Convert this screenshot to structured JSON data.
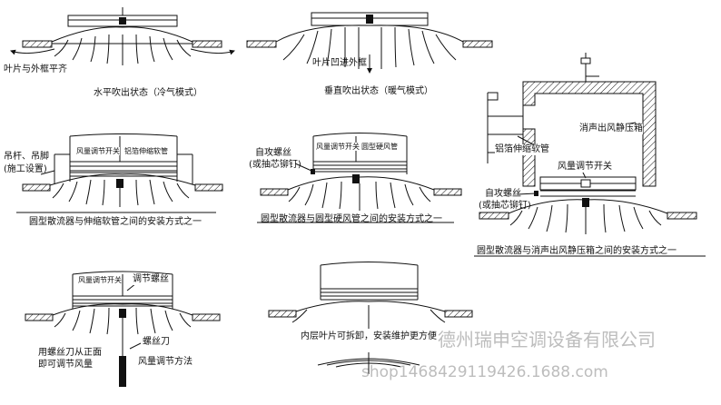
{
  "diagrams": {
    "horizontal": {
      "note": "叶片与外框平齐",
      "caption": "水平吹出状态（冷气模式）"
    },
    "vertical": {
      "note": "叶片凹进外框",
      "caption": "垂直吹出状态（暖气模式）"
    },
    "flexible": {
      "damper_tag": "风量调节开关",
      "duct_tag": "铝箔伸缩软管",
      "hanger_label_1": "吊杆、吊脚",
      "hanger_label_2": "(施工设置)",
      "caption": "圆型散流器与伸缩软管之间的安装方式之一"
    },
    "rigid": {
      "screw_label_1": "自攻螺丝",
      "screw_label_2": "(或抽芯铆钉)",
      "damper_tag": "风量调节开关",
      "duct_tag": "圆型硬风管",
      "caption": "圆型散流器与圆型硬风管之间的安装方式之一"
    },
    "plenum": {
      "box_label": "消声出风静压箱",
      "duct_label": "铝箔伸缩软管",
      "damper_label": "风量调节开关",
      "screw_label_1": "自攻螺丝",
      "screw_label_2": "(或抽芯铆钉)",
      "caption": "圆型散流器与消声出风静压箱之间的安装方式之一"
    },
    "adjust": {
      "damper_tag": "风量调节开关",
      "screw_tag": "调节螺丝",
      "text_1": "用螺丝刀从正面",
      "text_2": "即可调节风量",
      "tool_label": "螺丝刀",
      "caption": "风量调节方法"
    },
    "removable": {
      "caption": "内层叶片可拆卸，安装维护更方便"
    }
  },
  "watermark": {
    "company": "德州瑞申空调设备有限公司",
    "url": "shop1468429119426.1688.com"
  }
}
